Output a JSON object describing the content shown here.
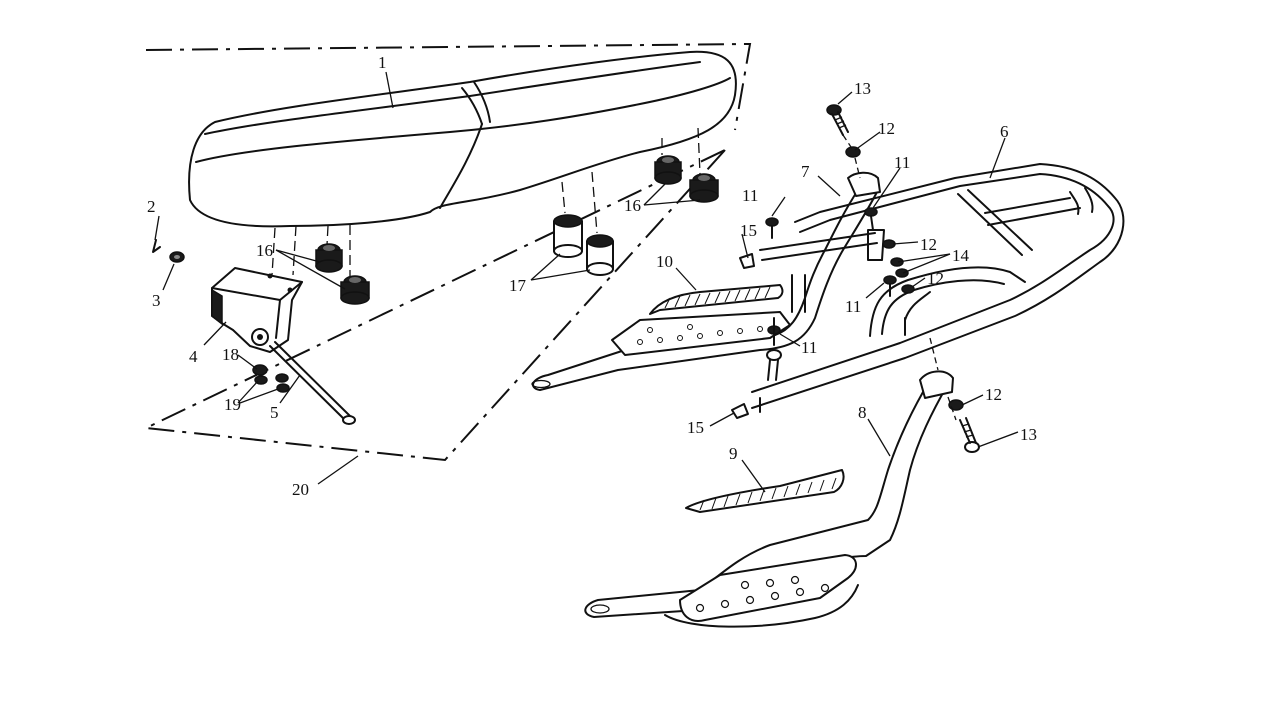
{
  "diagram": {
    "callouts": [
      {
        "id": "c1",
        "text": "1"
      },
      {
        "id": "c2",
        "text": "2"
      },
      {
        "id": "c3",
        "text": "3"
      },
      {
        "id": "c4",
        "text": "4"
      },
      {
        "id": "c5",
        "text": "5"
      },
      {
        "id": "c6",
        "text": "6"
      },
      {
        "id": "c7",
        "text": "7"
      },
      {
        "id": "c8",
        "text": "8"
      },
      {
        "id": "c9",
        "text": "9"
      },
      {
        "id": "c10",
        "text": "10"
      },
      {
        "id": "c11a",
        "text": "11"
      },
      {
        "id": "c11b",
        "text": "11"
      },
      {
        "id": "c11c",
        "text": "11"
      },
      {
        "id": "c11d",
        "text": "11"
      },
      {
        "id": "c12a",
        "text": "12"
      },
      {
        "id": "c12b",
        "text": "12"
      },
      {
        "id": "c12c",
        "text": "12"
      },
      {
        "id": "c12d",
        "text": "12"
      },
      {
        "id": "c13a",
        "text": "13"
      },
      {
        "id": "c13b",
        "text": "13"
      },
      {
        "id": "c14",
        "text": "14"
      },
      {
        "id": "c15a",
        "text": "15"
      },
      {
        "id": "c15b",
        "text": "15"
      },
      {
        "id": "c16a",
        "text": "16"
      },
      {
        "id": "c16b",
        "text": "16"
      },
      {
        "id": "c17",
        "text": "17"
      },
      {
        "id": "c18",
        "text": "18"
      },
      {
        "id": "c19",
        "text": "19"
      },
      {
        "id": "c20",
        "text": "20"
      }
    ]
  }
}
